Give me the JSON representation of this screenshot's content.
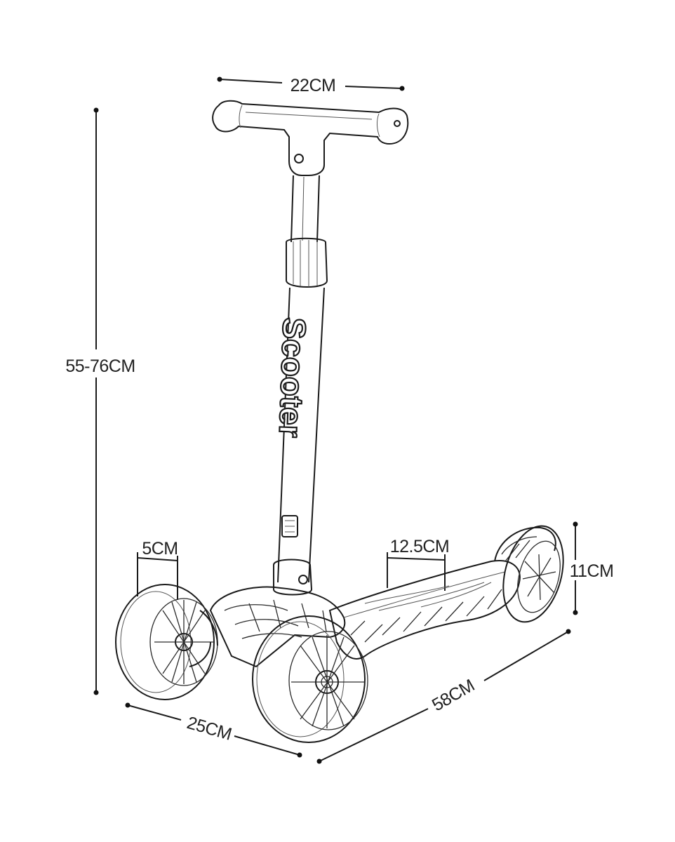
{
  "dimensions": {
    "handlebar_width": "22CM",
    "height_range": "55-76CM",
    "front_wheel_width": "5CM",
    "deck_width": "12.5CM",
    "rear_wheel_height": "11CM",
    "front_axle_width": "25CM",
    "total_length": "58CM"
  },
  "brand_text": "Scooter"
}
